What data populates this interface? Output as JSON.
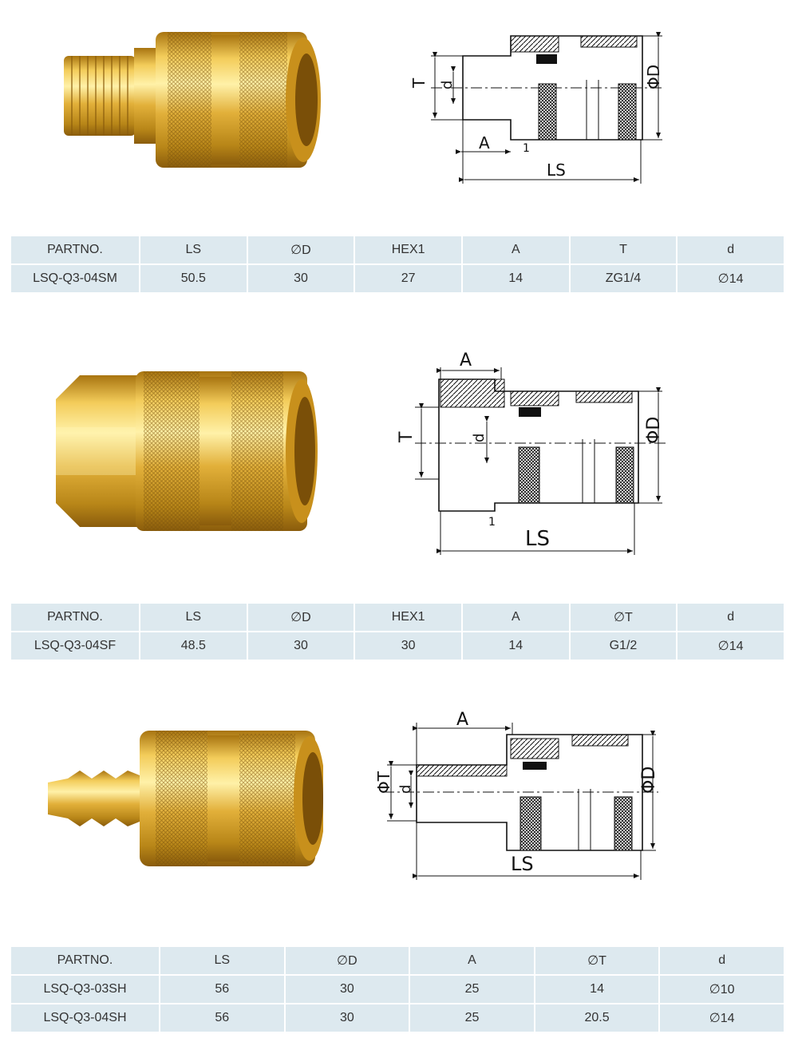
{
  "products": [
    {
      "id": "sm",
      "photo_icon": "male-thread-coupler-photo",
      "drawing_labels": {
        "T": "T",
        "d": "d",
        "D": "ΦD",
        "A": "A",
        "LS": "LS",
        "angle": "1"
      },
      "columns": [
        "PARTNO.",
        "LS",
        "∅D",
        "HEX1",
        "A",
        "T",
        "d"
      ],
      "rows": [
        [
          "LSQ-Q3-04SM",
          "50.5",
          "30",
          "27",
          "14",
          "ZG1/4",
          "∅14"
        ]
      ]
    },
    {
      "id": "sf",
      "photo_icon": "female-thread-coupler-photo",
      "drawing_labels": {
        "T": "T",
        "d": "d",
        "D": "ΦD",
        "A": "A",
        "LS": "LS",
        "angle": "1"
      },
      "columns": [
        "PARTNO.",
        "LS",
        "∅D",
        "HEX1",
        "A",
        "∅T",
        "d"
      ],
      "rows": [
        [
          "LSQ-Q3-04SF",
          "48.5",
          "30",
          "30",
          "14",
          "G1/2",
          "∅14"
        ]
      ]
    },
    {
      "id": "sh",
      "photo_icon": "hose-barb-coupler-photo",
      "drawing_labels": {
        "T": "ΦT",
        "d": "d",
        "D": "ΦD",
        "A": "A",
        "LS": "LS"
      },
      "columns": [
        "PARTNO.",
        "LS",
        "∅D",
        "A",
        "∅T",
        "d"
      ],
      "rows": [
        [
          "LSQ-Q3-03SH",
          "56",
          "30",
          "25",
          "14",
          "∅10"
        ],
        [
          "LSQ-Q3-04SH",
          "56",
          "30",
          "25",
          "20.5",
          "∅14"
        ]
      ]
    }
  ],
  "colors": {
    "brass_light": "#f6d36a",
    "brass_mid": "#d9a62a",
    "brass_dark": "#9b6a10",
    "table_cell": "#dde9ef"
  }
}
